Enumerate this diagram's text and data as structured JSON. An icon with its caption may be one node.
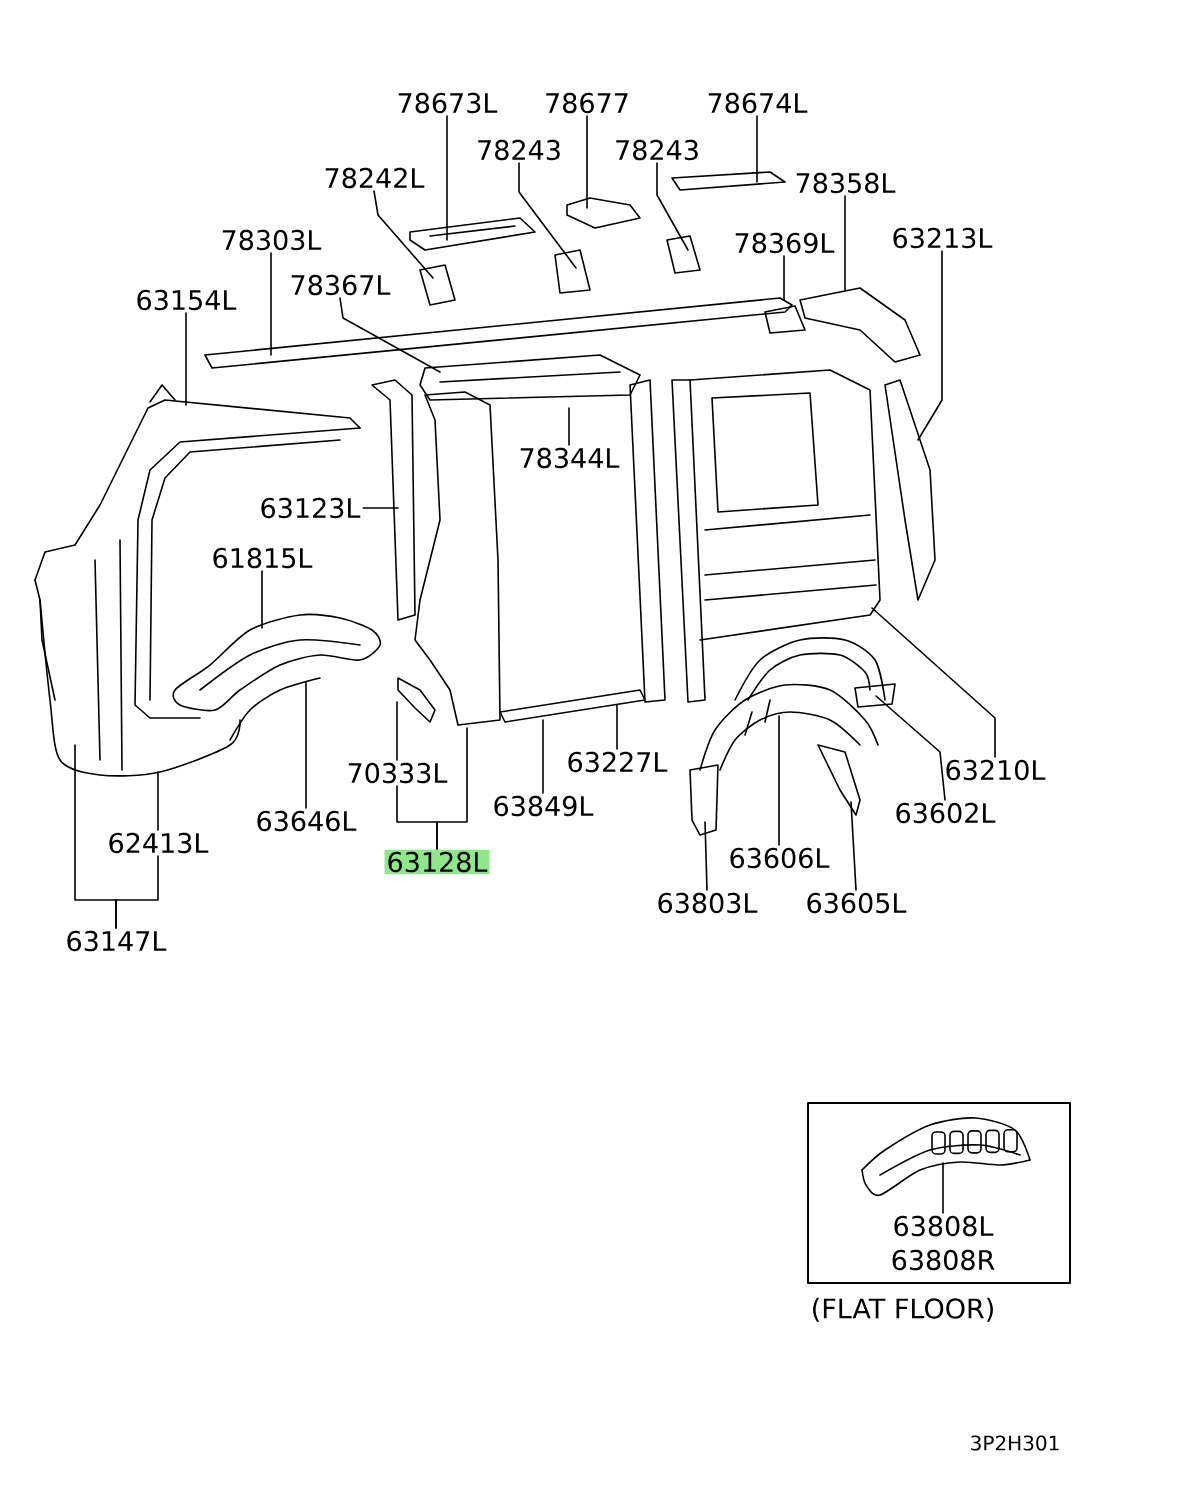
{
  "diagram": {
    "nodes": [
      {
        "text": [
          "78673L"
        ]
      },
      {
        "text": [
          "78677"
        ]
      },
      {
        "text": [
          "78674L"
        ]
      },
      {
        "text": [
          "78243"
        ]
      },
      {
        "text": [
          "78243"
        ]
      },
      {
        "text": [
          "78242L"
        ]
      },
      {
        "text": [
          "78358L"
        ]
      },
      {
        "text": [
          "78303L"
        ]
      },
      {
        "text": [
          "78369L"
        ]
      },
      {
        "text": [
          "63213L"
        ]
      },
      {
        "text": [
          "63154L"
        ]
      },
      {
        "text": [
          "78367L"
        ]
      },
      {
        "text": [
          "78344L"
        ]
      },
      {
        "text": [
          "63123L"
        ]
      },
      {
        "text": [
          "61815L"
        ]
      },
      {
        "text": [
          "70333L"
        ]
      },
      {
        "text": [
          "63227L"
        ]
      },
      {
        "text": [
          "63210L"
        ]
      },
      {
        "text": [
          "63646L"
        ]
      },
      {
        "text": [
          "63849L"
        ]
      },
      {
        "text": [
          "63602L"
        ]
      },
      {
        "text": [
          "63128L"
        ]
      },
      {
        "text": [
          "62413L"
        ]
      },
      {
        "text": [
          "63606L"
        ]
      },
      {
        "text": [
          "63803L"
        ]
      },
      {
        "text": [
          "63605L"
        ]
      },
      {
        "text": [
          "63147L"
        ]
      },
      {
        "text": [
          "(FLAT FLOOR)"
        ]
      },
      {
        "text": [
          "63808L",
          "63808R"
        ],
        "in": 27
      }
    ],
    "edges": [
      {
        "from": 0,
        "to": null,
        "arrow": "none"
      },
      {
        "from": 1,
        "to": null,
        "arrow": "none"
      },
      {
        "from": 2,
        "to": null,
        "arrow": "none"
      },
      {
        "from": 3,
        "to": null,
        "arrow": "none"
      },
      {
        "from": 4,
        "to": null,
        "arrow": "none"
      },
      {
        "from": 5,
        "to": null,
        "arrow": "none"
      },
      {
        "from": 6,
        "to": null,
        "arrow": "none"
      },
      {
        "from": 7,
        "to": null,
        "arrow": "none"
      },
      {
        "from": 8,
        "to": null,
        "arrow": "none"
      },
      {
        "from": 9,
        "to": null,
        "arrow": "none"
      },
      {
        "from": 10,
        "to": null,
        "arrow": "none"
      },
      {
        "from": 11,
        "to": null,
        "arrow": "none"
      },
      {
        "from": 12,
        "to": null,
        "arrow": "none"
      },
      {
        "from": 13,
        "to": null,
        "arrow": "none"
      },
      {
        "from": 14,
        "to": null,
        "arrow": "none"
      },
      {
        "from": 15,
        "to": null,
        "arrow": "none"
      },
      {
        "from": 16,
        "to": null,
        "arrow": "none"
      },
      {
        "from": 17,
        "to": null,
        "arrow": "none"
      },
      {
        "from": 18,
        "to": null,
        "arrow": "none"
      },
      {
        "from": 19,
        "to": null,
        "arrow": "none"
      },
      {
        "from": 20,
        "to": null,
        "arrow": "none"
      },
      {
        "from": 21,
        "to": 15,
        "arrow": "none"
      },
      {
        "from": 21,
        "to": null,
        "arrow": "none"
      },
      {
        "from": 22,
        "to": null,
        "arrow": "none"
      },
      {
        "from": 23,
        "to": null,
        "arrow": "none"
      },
      {
        "from": 24,
        "to": null,
        "arrow": "none"
      },
      {
        "from": 25,
        "to": null,
        "arrow": "none"
      },
      {
        "from": 26,
        "to": null,
        "arrow": "none"
      },
      {
        "from": 26,
        "to": 22,
        "arrow": "none"
      },
      {
        "from": 28,
        "to": null,
        "arrow": "none"
      }
    ],
    "labels": [
      "3P2H301"
    ]
  }
}
